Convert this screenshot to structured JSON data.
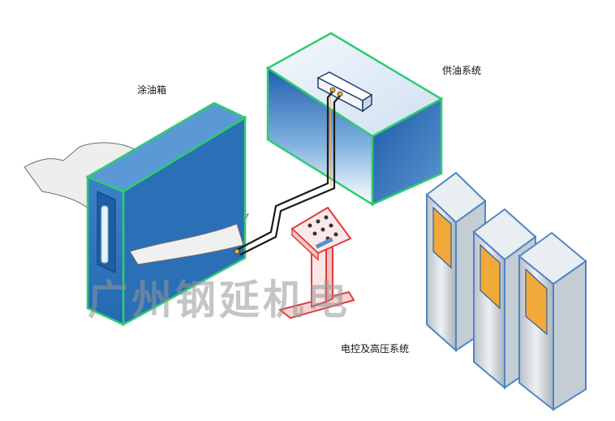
{
  "labels": {
    "oil_box": "涂油箱",
    "oil_supply": "供油系统",
    "electrical": "电控及高压系统"
  },
  "watermark": "广州钢延机电",
  "colors": {
    "box_blue": "#2f74bd",
    "box_edge": "#2ecc71",
    "cabinet_door": "#f1a93a",
    "panel_red": "#e23b3b",
    "pipe": "#1b1b1b"
  }
}
